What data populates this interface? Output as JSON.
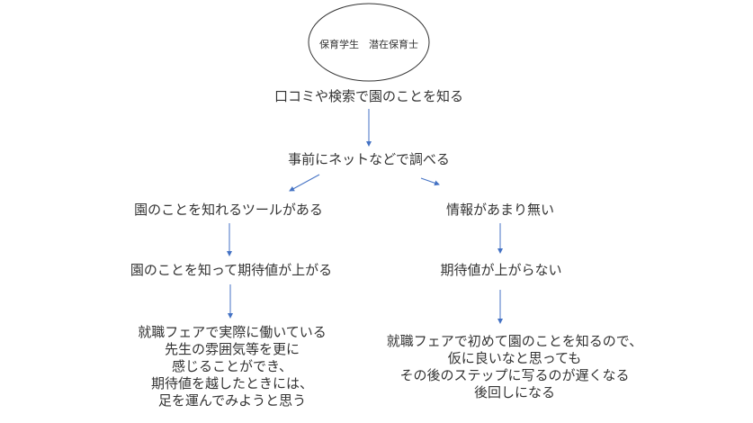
{
  "start": {
    "label": "保育学生　潜在保育士"
  },
  "nodes": {
    "step1": "口コミや検索で園のことを知る",
    "step2": "事前にネットなどで調べる",
    "left1": "園のことを知れるツールがある",
    "left2": "園のことを知って期待値が上がる",
    "left3": [
      "就職フェアで実際に働いている",
      "先生の雰囲気等を更に",
      "感じることができ、",
      "期待値を越したときには、",
      "足を運んでみようと思う"
    ],
    "right1": "情報があまり無い",
    "right2": "期待値が上がらない",
    "right3": [
      "就職フェアで初めて園のことを知るので、",
      "仮に良いなと思っても",
      "その後のステップに写るのが遅くなる",
      "後回しになる"
    ]
  },
  "colors": {
    "arrow": "#4472c4",
    "ellipse": "#333333"
  }
}
